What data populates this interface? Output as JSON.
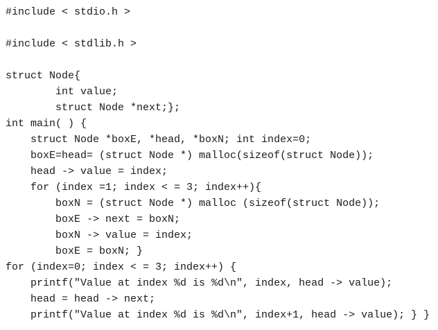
{
  "code": {
    "language": "c",
    "lines": [
      "#include < stdio.h >",
      "",
      "#include < stdlib.h >",
      "",
      "struct Node{",
      "        int value;",
      "        struct Node *next;};",
      "int main( ) {",
      "    struct Node *boxE, *head, *boxN; int index=0;",
      "    boxE=head= (struct Node *) malloc(sizeof(struct Node));",
      "    head -> value = index;",
      "    for (index =1; index < = 3; index++){",
      "        boxN = (struct Node *) malloc (sizeof(struct Node));",
      "        boxE -> next = boxN;",
      "        boxN -> value = index;",
      "        boxE = boxN; }",
      "for (index=0; index < = 3; index++) {",
      "    printf(\"Value at index %d is %d\\n\", index, head -> value);",
      "    head = head -> next;",
      "    printf(\"Value at index %d is %d\\n\", index+1, head -> value); } }"
    ]
  }
}
